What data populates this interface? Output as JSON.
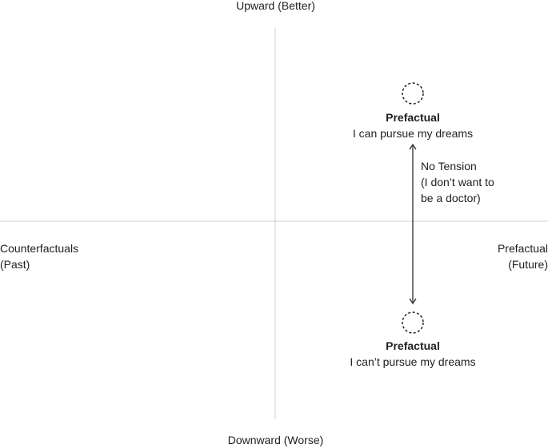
{
  "axes": {
    "top_label": "Upward (Better)",
    "bottom_label": "Downward (Worse)",
    "left_label": [
      "Counterfactuals",
      "(Past)"
    ],
    "right_label": [
      "Prefactual",
      "(Future)"
    ]
  },
  "nodes": [
    {
      "title": "Prefactual",
      "subtitle": "I can pursue my dreams"
    },
    {
      "title": "Prefactual",
      "subtitle": "I can’t pursue my dreams"
    }
  ],
  "link": {
    "label": [
      "No Tension",
      "(I don’t want to",
      "be a doctor)"
    ]
  },
  "colors": {
    "axis": "#cfcfcf",
    "stroke": "#1f1f1f",
    "text": "#1f1f1f"
  }
}
